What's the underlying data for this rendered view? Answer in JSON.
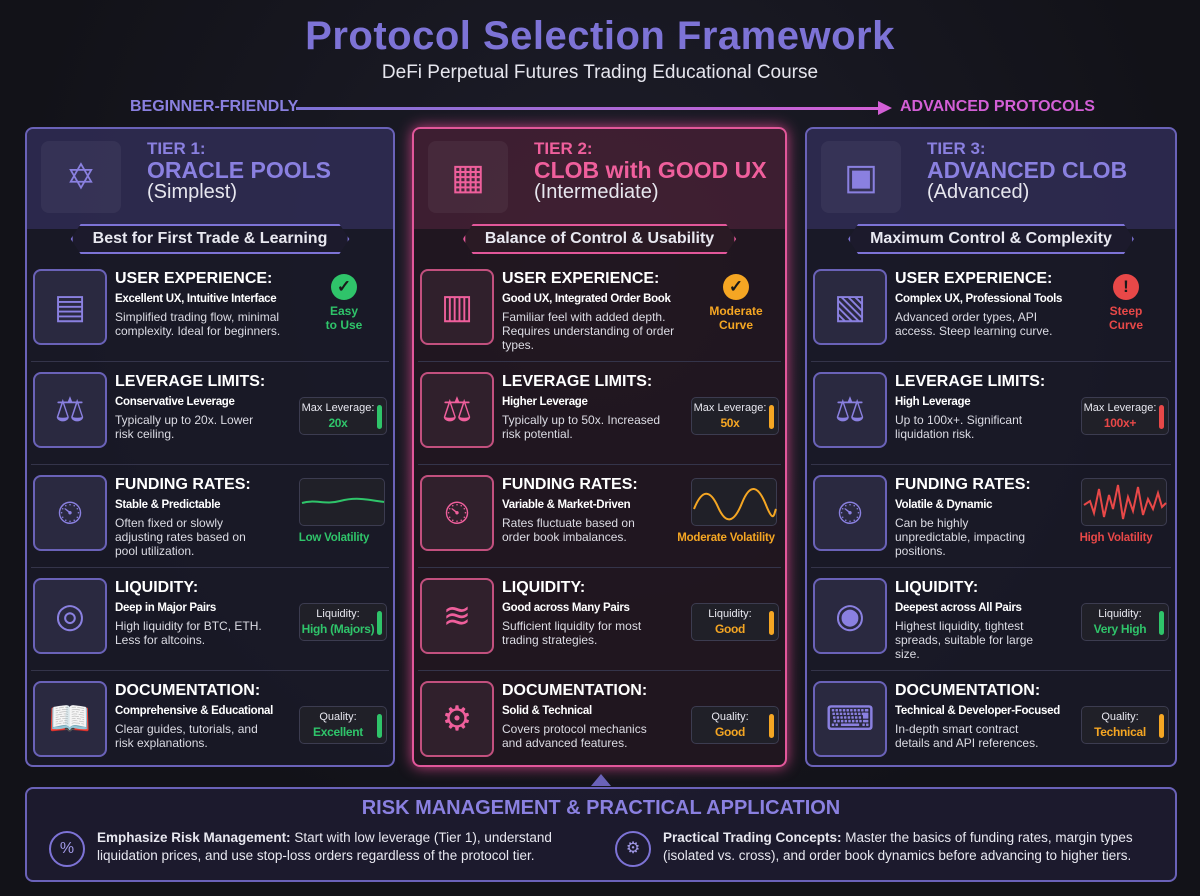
{
  "header": {
    "title": "Protocol Selection Framework",
    "subtitle": "DeFi Perpetual Futures Trading Educational Course",
    "progression_left": "BEGINNER-FRIENDLY",
    "progression_right": "ADVANCED PROTOCOLS"
  },
  "colors": {
    "purple": "#7d73d6",
    "pink": "#e2579a",
    "green": "#2fc46a",
    "orange": "#f5a623",
    "red": "#e84848"
  },
  "tiers": [
    {
      "label": "TIER 1:",
      "name": "ORACLE POOLS",
      "sub": "(Simplest)",
      "banner": "Best for First Trade & Learning",
      "icon": "oracle-pool-icon",
      "glyph": "✡",
      "accent": "#8a80e0",
      "status": "#2fc46a",
      "rows": [
        {
          "title": "USER EXPERIENCE:",
          "sub": "Excellent UX, Intuitive Interface",
          "desc": "Simplified trading flow, minimal complexity. Ideal for beginners.",
          "icon": "simple-interface-icon",
          "glyph": "▤",
          "kind": "circle",
          "mark": "✓",
          "l1": "Easy",
          "l2": "to Use"
        },
        {
          "title": "LEVERAGE LIMITS:",
          "sub": "Conservative Leverage",
          "desc": "Typically up to 20x. Lower risk ceiling.",
          "icon": "balance-scale-icon",
          "glyph": "⚖",
          "kind": "badge",
          "blabel": "Max Leverage:",
          "bvalue": "20x"
        },
        {
          "title": "FUNDING RATES:",
          "sub": "Stable & Predictable",
          "desc": "Often fixed or slowly adjusting rates based on pool utilization.",
          "icon": "clock-dollar-icon",
          "glyph": "⏲",
          "kind": "wave",
          "wlabel": "Low Volatility",
          "wave": "low"
        },
        {
          "title": "LIQUIDITY:",
          "sub": "Deep in Major Pairs",
          "desc": "High liquidity for BTC, ETH. Less for altcoins.",
          "icon": "coin-pool-icon",
          "glyph": "◎",
          "kind": "badge",
          "blabel": "Liquidity:",
          "bvalue": "High (Majors)"
        },
        {
          "title": "DOCUMENTATION:",
          "sub": "Comprehensive & Educational",
          "desc": "Clear guides, tutorials, and risk explanations.",
          "icon": "book-magnifier-icon",
          "glyph": "📖",
          "kind": "badge",
          "blabel": "Quality:",
          "bvalue": "Excellent"
        }
      ]
    },
    {
      "label": "TIER 2:",
      "name": "CLOB with GOOD UX",
      "sub": "(Intermediate)",
      "banner": "Balance of Control & Usability",
      "icon": "order-book-dashboard-icon",
      "glyph": "▦",
      "accent": "#ef5f9c",
      "status": "#f5a623",
      "rows": [
        {
          "title": "USER EXPERIENCE:",
          "sub": "Good UX, Integrated Order Book",
          "desc": "Familiar feel with added depth. Requires understanding of order types.",
          "icon": "order-book-icon",
          "glyph": "▥",
          "kind": "circle",
          "mark": "✓",
          "l1": "Moderate",
          "l2": "Curve"
        },
        {
          "title": "LEVERAGE LIMITS:",
          "sub": "Higher Leverage",
          "desc": "Typically up to 50x. Increased risk potential.",
          "icon": "balance-scale-icon",
          "glyph": "⚖",
          "kind": "badge",
          "blabel": "Max Leverage:",
          "bvalue": "50x"
        },
        {
          "title": "FUNDING RATES:",
          "sub": "Variable & Market-Driven",
          "desc": "Rates fluctuate based on order book imbalances.",
          "icon": "clock-arrows-icon",
          "glyph": "⏲",
          "kind": "wave",
          "wlabel": "Moderate Volatility",
          "wave": "mid"
        },
        {
          "title": "LIQUIDITY:",
          "sub": "Good across Many Pairs",
          "desc": "Sufficient liquidity for most trading strategies.",
          "icon": "liquidity-river-icon",
          "glyph": "≋",
          "kind": "badge",
          "blabel": "Liquidity:",
          "bvalue": "Good"
        },
        {
          "title": "DOCUMENTATION:",
          "sub": "Solid & Technical",
          "desc": "Covers protocol mechanics and advanced features.",
          "icon": "technical-doc-icon",
          "glyph": "⚙",
          "kind": "badge",
          "blabel": "Quality:",
          "bvalue": "Good"
        }
      ]
    },
    {
      "label": "TIER 3:",
      "name": "ADVANCED CLOB",
      "sub": "(Advanced)",
      "banner": "Maximum Control & Complexity",
      "icon": "trading-monitor-icon",
      "glyph": "▣",
      "accent": "#8a80e0",
      "status": "#e84848",
      "rows": [
        {
          "title": "USER EXPERIENCE:",
          "sub": "Complex UX, Professional Tools",
          "desc": "Advanced order types, API access. Steep learning curve.",
          "icon": "pro-dashboard-icon",
          "glyph": "▧",
          "kind": "circle",
          "mark": "!",
          "l1": "Steep",
          "l2": "Curve"
        },
        {
          "title": "LEVERAGE LIMITS:",
          "sub": "High Leverage",
          "desc": "Up to 100x+. Significant liquidation risk.",
          "icon": "balance-scale-warning-icon",
          "glyph": "⚖",
          "kind": "badge",
          "blabel": "Max Leverage:",
          "bvalue": "100x+"
        },
        {
          "title": "FUNDING RATES:",
          "sub": "Volatile & Dynamic",
          "desc": "Can be highly unpredictable, impacting positions.",
          "icon": "clock-spikes-icon",
          "glyph": "⏲",
          "kind": "wave",
          "wlabel": "High Volatility",
          "wave": "high"
        },
        {
          "title": "LIQUIDITY:",
          "sub": "Deepest across All Pairs",
          "desc": "Highest liquidity, tightest spreads, suitable for large size.",
          "icon": "coin-ocean-icon",
          "glyph": "◉",
          "kind": "badge",
          "blabel": "Liquidity:",
          "bvalue": "Very High",
          "status_override": "#2fc46a"
        },
        {
          "title": "DOCUMENTATION:",
          "sub": "Technical & Developer-Focused",
          "desc": "In-depth smart contract details and API references.",
          "icon": "code-doc-icon",
          "glyph": "⌨",
          "kind": "badge",
          "blabel": "Quality:",
          "bvalue": "Technical",
          "status_override": "#f5a623"
        }
      ]
    }
  ],
  "bottom": {
    "title": "RISK MANAGEMENT & PRACTICAL APPLICATION",
    "left": {
      "bold": "Emphasize Risk Management:",
      "text": " Start with low leverage (Tier 1), understand liquidation prices, and use stop-loss orders regardless of the protocol tier.",
      "icon": "shield-percent-icon",
      "glyph": "%"
    },
    "right": {
      "bold": "Practical Trading Concepts:",
      "text": " Master the basics of funding rates, margin types (isolated vs. cross), and order book dynamics before advancing to higher tiers.",
      "icon": "brain-gear-icon",
      "glyph": "⚙"
    }
  }
}
